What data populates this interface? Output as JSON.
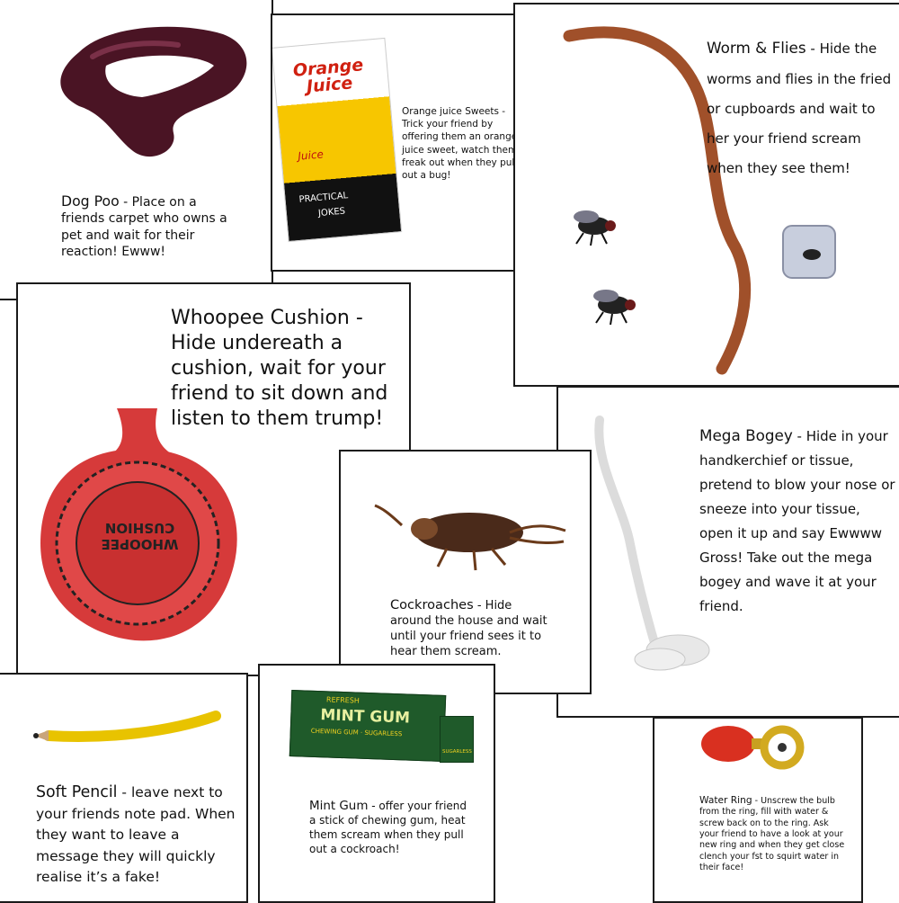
{
  "cards": {
    "dog_poo": {
      "title": "Dog Poo",
      "desc": "Place on a friends carpet who owns a pet and wait for their reaction! Ewww!"
    },
    "orange_juice": {
      "title": "Orange juice Sweets",
      "desc": "Trick your friend by offering them an orange juice sweet, watch them freak out when they pull out a bug!",
      "pack_brand": "Orange Juice",
      "pack_label": "Juice",
      "pack_footer_1": "PRACTICAL",
      "pack_footer_2": "JOKES"
    },
    "worm": {
      "title": "Worm & Flies",
      "desc": "Hide the worms and flies in the fried or cupboards and wait to her your friend scream when they see them!"
    },
    "whoopee": {
      "title": "Whoopee Cushion",
      "desc": "Hide undereath a cushion, wait for your friend to sit down and listen to them trump!",
      "print": "WHOOPEE CUSHION"
    },
    "bogey": {
      "title": "Mega Bogey",
      "desc": "Hide in your handkerchief or tissue, pretend to blow your nose or sneeze into your tissue, open it up and say Ewwww Gross! Take out the mega bogey and wave it at your friend."
    },
    "cockroach": {
      "title": "Cockroaches",
      "desc": "Hide around the house and wait until your friend sees it to hear them scream."
    },
    "pencil": {
      "title": "Soft Pencil",
      "desc": "leave next to your friends note pad. When they want to leave a message they will quickly realise it’s a fake!"
    },
    "gum": {
      "title": "Mint Gum",
      "desc": "offer your friend a stick of chewing gum, heat them scream when they pull out a cockroach!",
      "pack_top": "REFRESH",
      "pack_brand": "MINT GUM",
      "pack_sub": "CHEWING GUM · SUGARLESS",
      "pack_side": "SUGARLESS"
    },
    "ring": {
      "title": "Water Ring",
      "desc": "Unscrew the bulb from the ring, fill with water & screw back on to the ring. Ask your friend to have a look at your new ring and when they get close clench your fst to squirt water in their face!"
    }
  }
}
